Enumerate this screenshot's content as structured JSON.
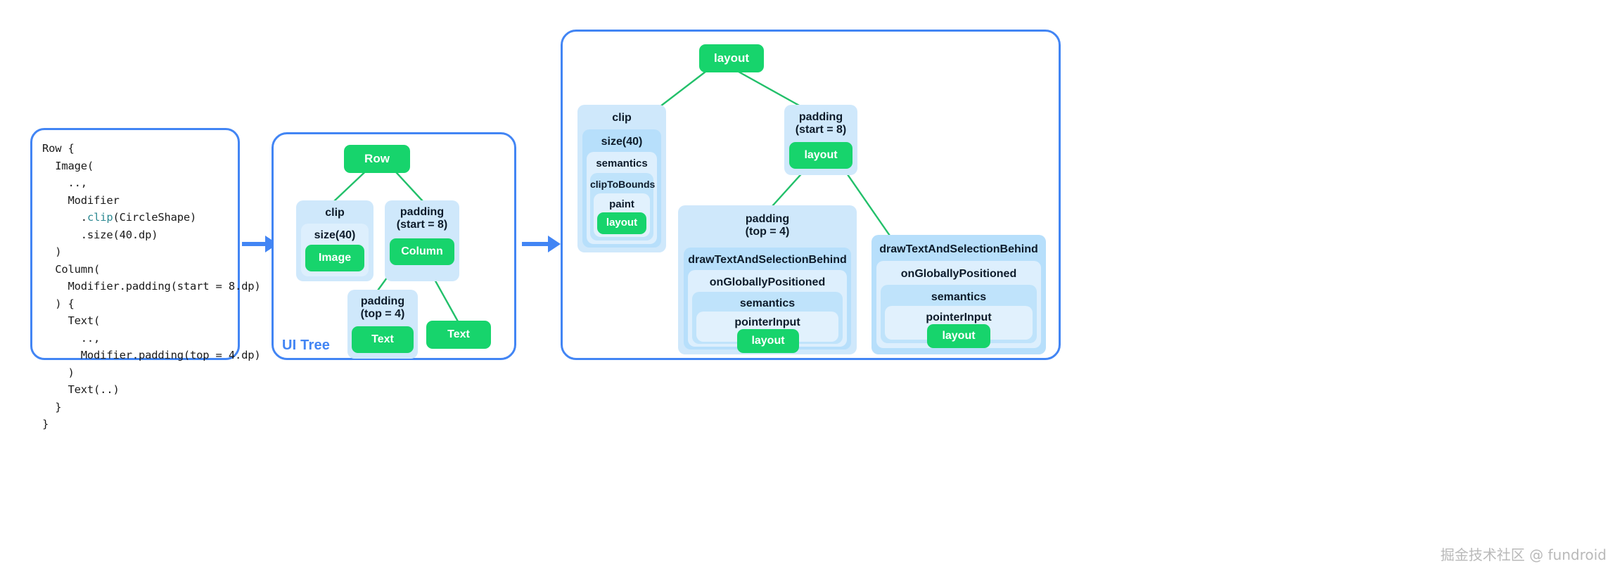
{
  "code_panel": {
    "name": "compose-source-code",
    "lines": [
      {
        "text": "Row {",
        "indent": 0
      },
      {
        "text": "  Image(",
        "indent": 0
      },
      {
        "text": "    ..,",
        "indent": 0
      },
      {
        "text": "    Modifier",
        "indent": 0
      },
      {
        "pre": "      .",
        "token": "clip",
        "post": "(CircleShape)"
      },
      {
        "text": "      .size(40.dp)",
        "indent": 0
      },
      {
        "text": "  )",
        "indent": 0
      },
      {
        "text": "  Column(",
        "indent": 0
      },
      {
        "text": "    Modifier.padding(start = 8.dp)",
        "indent": 0
      },
      {
        "text": "  ) {",
        "indent": 0
      },
      {
        "text": "    Text(",
        "indent": 0
      },
      {
        "text": "      ..,",
        "indent": 0
      },
      {
        "text": "      Modifier.padding(top = 4.dp)",
        "indent": 0
      },
      {
        "text": "    )",
        "indent": 0
      },
      {
        "text": "    Text(..)",
        "indent": 0
      },
      {
        "text": "  }",
        "indent": 0
      },
      {
        "text": "}",
        "indent": 0
      }
    ]
  },
  "arrows": {
    "arrow_1_name": "arrow-code-to-ui-tree",
    "arrow_2_name": "arrow-ui-tree-to-modifier-tree"
  },
  "ui_tree_panel": {
    "label": "UI Tree",
    "nodes": {
      "root": "Row",
      "clip": "clip",
      "size": "size(40)",
      "image": "Image",
      "padding_start": "padding\n(start = 8)",
      "padding_start_l1": "padding",
      "padding_start_l2": "(start = 8)",
      "column": "Column",
      "padding_top_l1": "padding",
      "padding_top_l2": "(top = 4)",
      "text_1": "Text",
      "text_2": "Text"
    }
  },
  "modifier_tree_panel": {
    "nodes": {
      "root_layout": "layout",
      "clip": "clip",
      "size": "size(40)",
      "semantics": "semantics",
      "clip_to_bounds": "clipToBounds",
      "paint": "paint",
      "left_layout": "layout",
      "padding_start_l1": "padding",
      "padding_start_l2": "(start = 8)",
      "padding_start_layout": "layout",
      "padding_top_l1": "padding",
      "padding_top_l2": "(top = 4)",
      "draw_text": "drawTextAndSelectionBehind",
      "on_globally_positioned": "onGloballyPositioned",
      "semantics_2": "semantics",
      "pointer_input": "pointerInput",
      "leaf_layout": "layout",
      "draw_text_2": "drawTextAndSelectionBehind",
      "on_globally_positioned_2": "onGloballyPositioned",
      "semantics_3": "semantics",
      "pointer_input_2": "pointerInput",
      "leaf_layout_2": "layout"
    }
  },
  "watermark": {
    "text": "掘金技术社区 @ fundroid"
  },
  "colors": {
    "panel_border": "#4285f4",
    "node_green": "#17d46c",
    "link_green": "#22c06a",
    "label_blue": "#4285f4",
    "watermark_gray": "#b9b9b9",
    "code_token": "#2d8a93"
  }
}
